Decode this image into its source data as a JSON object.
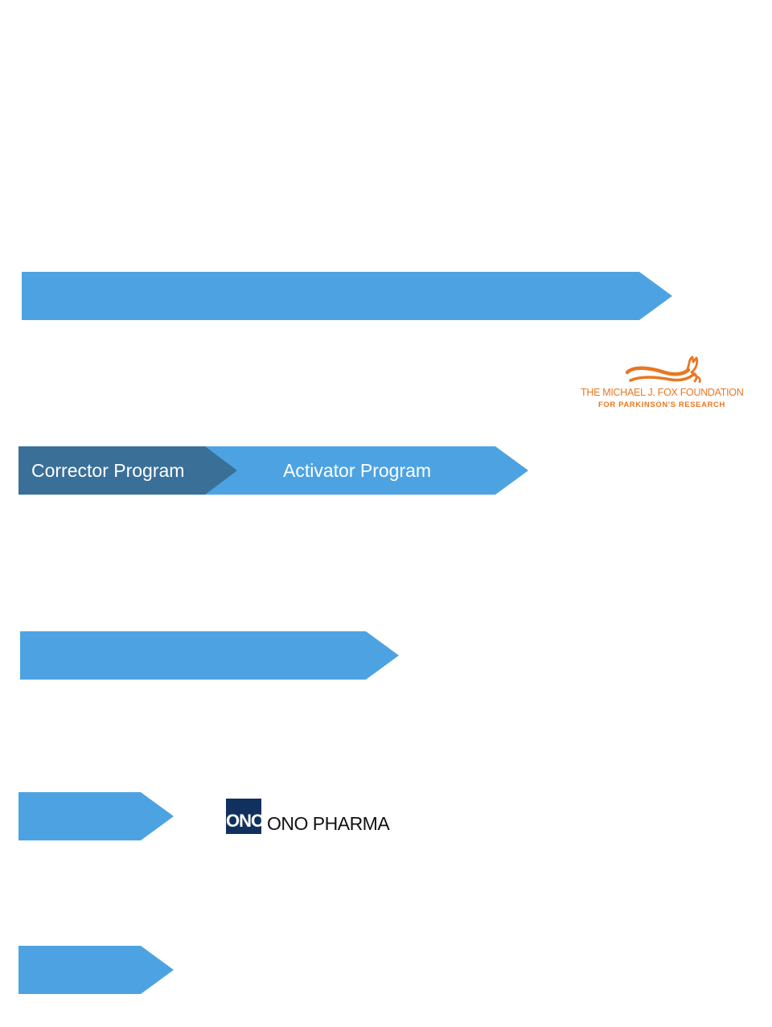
{
  "colors": {
    "arrow_light": "#4da3e2",
    "arrow_dark": "#3a6f98",
    "fox_orange": "#e87722",
    "ono_navy": "#10315e"
  },
  "pipeline": {
    "row2": {
      "corrector_label": "Corrector Program",
      "activator_label": "Activator Program"
    }
  },
  "logos": {
    "michael_j_fox": {
      "line1": "THE MICHAEL J. FOX FOUNDATION",
      "line2": "FOR PARKINSON'S RESEARCH",
      "icon": "fox-icon"
    },
    "ono_pharma": {
      "mark": "ONO",
      "text": "ONO PHARMA"
    }
  }
}
